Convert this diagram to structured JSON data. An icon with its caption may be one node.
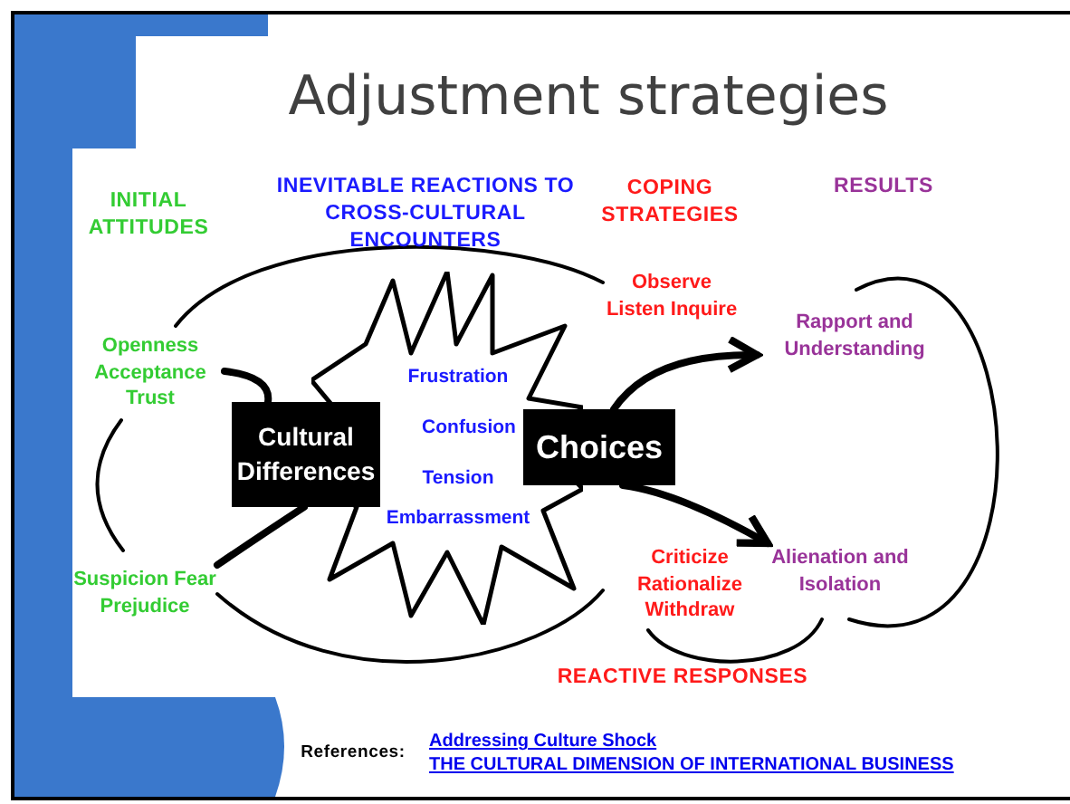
{
  "diagram": {
    "title": "Adjustment strategies",
    "nodes": [
      {
        "text": [
          "Openness Acceptance Trust"
        ]
      },
      {
        "text": [
          "Suspicion Fear Prejudice"
        ]
      },
      {
        "text": [
          "Frustration",
          "Confusion",
          "Tension",
          "Embarrassment"
        ]
      },
      {
        "text": [
          "Cultural Differences"
        ]
      },
      {
        "text": [
          "Choices"
        ]
      },
      {
        "text": [
          "Observe Listen Inquire"
        ]
      },
      {
        "text": [
          "Rapport and Understanding"
        ]
      },
      {
        "text": [
          "Criticize Rationalize Withdraw"
        ]
      },
      {
        "text": [
          "Alienation and Isolation"
        ]
      }
    ],
    "edges": [
      {
        "from": 0,
        "to": 3,
        "arrow": "none",
        "style": "thick"
      },
      {
        "from": 1,
        "to": 3,
        "arrow": "none",
        "style": "thick"
      },
      {
        "from": 4,
        "to": 6,
        "arrow": "to",
        "style": "thick"
      },
      {
        "from": 4,
        "to": 8,
        "arrow": "to",
        "style": "thick"
      },
      {
        "from": 0,
        "to": 5,
        "arrow": "none"
      },
      {
        "from": 6,
        "to": 8,
        "arrow": "none"
      },
      {
        "from": 0,
        "to": 1,
        "arrow": "none"
      },
      {
        "from": 1,
        "to": 7,
        "arrow": "none"
      },
      {
        "from": 7,
        "to": 8,
        "arrow": "none"
      }
    ],
    "labels": [
      "INITIAL ATTITUDES",
      "INEVITABLE REACTIONS TO CROSS-CULTURAL ENCOUNTERS",
      "COPING STRATEGIES",
      "RESULTS",
      "REACTIVE RESPONSES",
      "References:",
      "Addressing Culture Shock",
      "THE CULTURAL DIMENSION OF INTERNATIONAL BUSINESS"
    ]
  }
}
